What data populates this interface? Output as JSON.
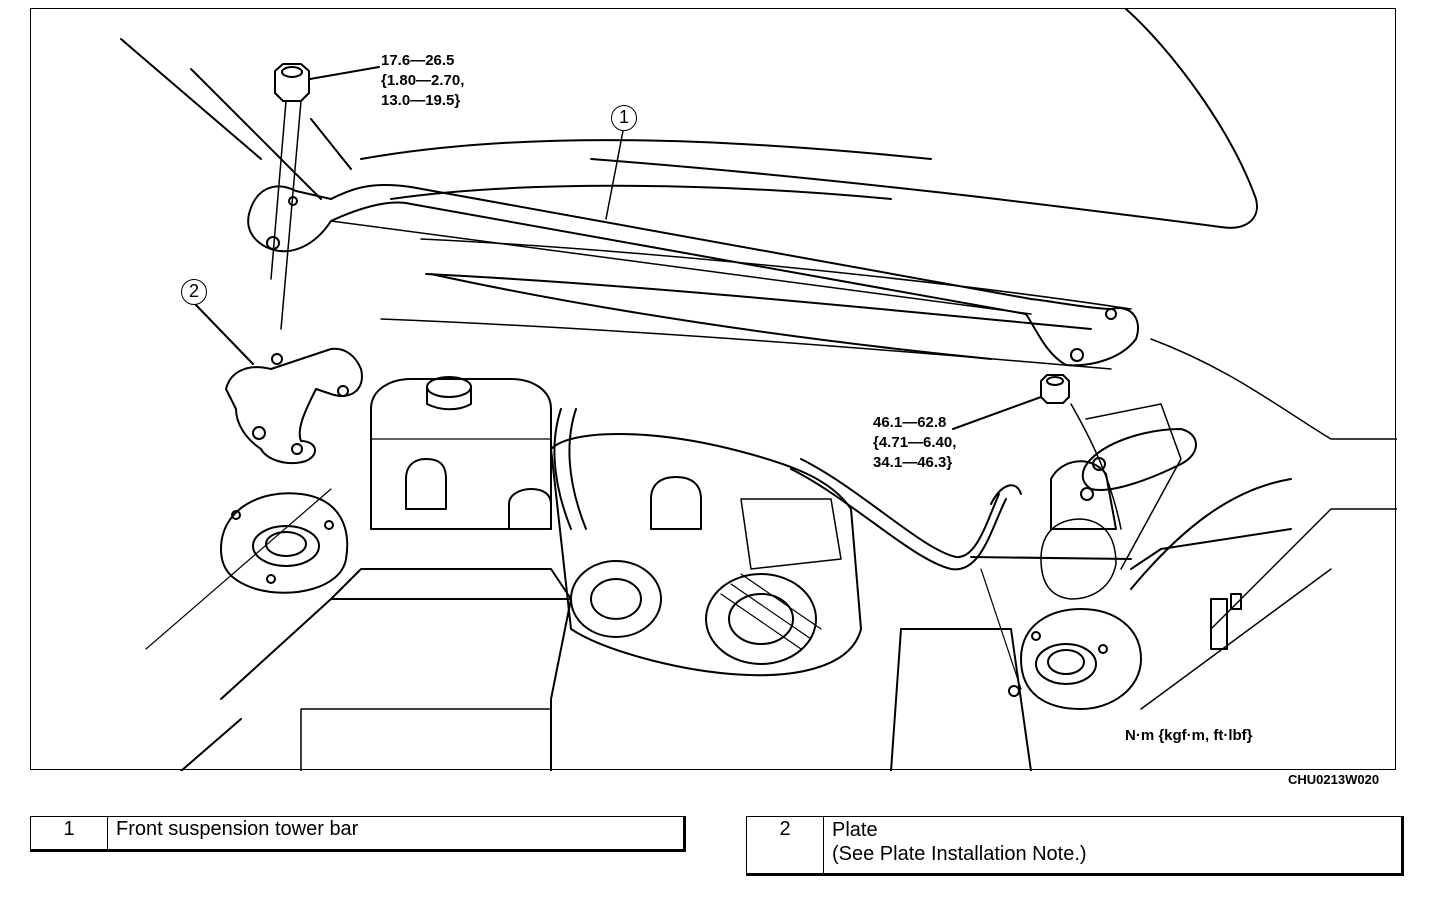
{
  "torque_top": {
    "line1": "17.6—26.5",
    "line2": "{1.80—2.70,",
    "line3": "13.0—19.5}"
  },
  "torque_right": {
    "line1": "46.1—62.8",
    "line2": "{4.71—6.40,",
    "line3": "34.1—46.3}"
  },
  "callouts": {
    "c1": "1",
    "c2": "2"
  },
  "units_note": "N·m {kgf·m, ft·lbf}",
  "figure_code": "CHU0213W020",
  "legend": [
    {
      "number": "1",
      "description": "Front suspension tower bar"
    },
    {
      "number": "2",
      "description": "Plate",
      "note": "(See Plate Installation Note.)"
    }
  ]
}
